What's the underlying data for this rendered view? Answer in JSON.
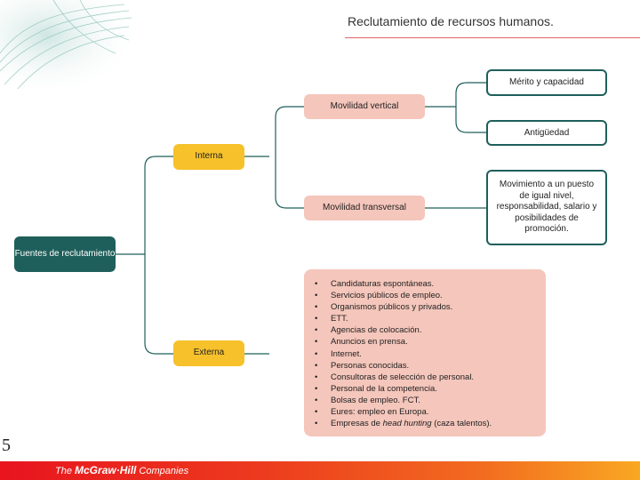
{
  "header": {
    "slide_title": "Reclutamiento de recursos humanos."
  },
  "diagram": {
    "root": "Fuentes de reclutamiento",
    "interna": {
      "label": "Interna",
      "movilidad_vertical": {
        "label": "Movilidad vertical",
        "children": [
          "Mérito y capacidad",
          "Antigüedad"
        ]
      },
      "movilidad_transversal": {
        "label": "Movilidad transversal",
        "detail": "Movimiento a un puesto de igual nivel, responsabilidad, salario y posibilidades de promoción."
      }
    },
    "externa": {
      "label": "Externa",
      "items": [
        "Candidaturas espontáneas.",
        "Servicios públicos de empleo.",
        "Organismos públicos y privados.",
        "ETT.",
        "Agencias de colocación.",
        "Anuncios en prensa.",
        "Internet.",
        "Personas conocidas.",
        "Consultoras de selección de personal.",
        "Personal de la competencia.",
        "Bolsas de empleo. FCT.",
        "Eures: empleo en Europa."
      ],
      "last_item": {
        "prefix": "Empresas de ",
        "emphasis": "head hunting",
        "suffix": " (caza talentos)."
      },
      "bullet": "•"
    }
  },
  "page_number": "5",
  "footer": {
    "logo_the": "The ",
    "logo_brand": "McGraw·Hill",
    "logo_suffix": " Companies"
  },
  "colors": {
    "root": "#1f5f5b",
    "yellow": "#f7c12b",
    "pink": "#f5c6bb",
    "outline": "#1f5f5b",
    "title_rule": "#e06666"
  }
}
